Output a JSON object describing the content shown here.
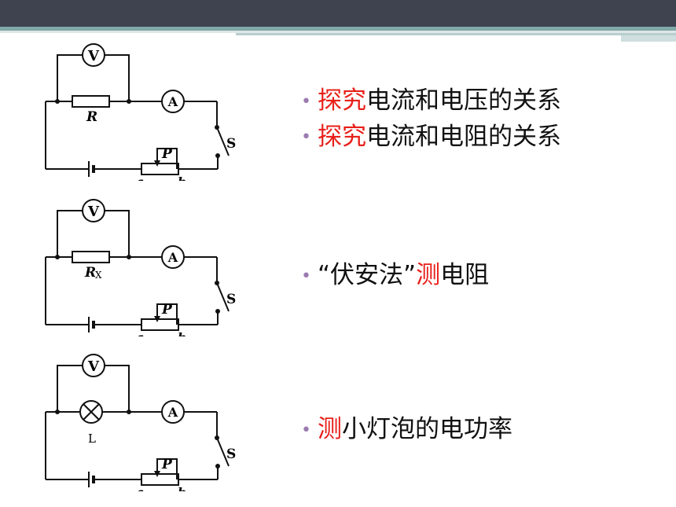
{
  "colors": {
    "bar": "#3f4350",
    "accent": "#7fa9a8",
    "bullet": "#9a7bb0",
    "highlight": "#e8201a"
  },
  "circuits": [
    {
      "voltmeter": "V",
      "ammeter": "A",
      "load_label": "R",
      "load_sub": "",
      "switch_label": "S",
      "slider_label": "P",
      "end_a": "a",
      "end_b": "b"
    },
    {
      "voltmeter": "V",
      "ammeter": "A",
      "load_label": "R",
      "load_sub": "X",
      "switch_label": "S",
      "slider_label": "P",
      "end_a": "a",
      "end_b": "b"
    },
    {
      "voltmeter": "V",
      "ammeter": "A",
      "load_label": "L",
      "load_sub": "",
      "switch_label": "S",
      "slider_label": "P",
      "end_a": "a",
      "end_b": "b"
    }
  ],
  "bullets": [
    {
      "highlight": "探究",
      "text": "电流和电压的关系"
    },
    {
      "highlight": "探究",
      "text": "电流和电阻的关系"
    },
    {
      "prefix": "“伏安法”",
      "highlight": "测",
      "text": "电阻"
    },
    {
      "highlight": "测",
      "text": "小灯泡的电功率"
    }
  ]
}
